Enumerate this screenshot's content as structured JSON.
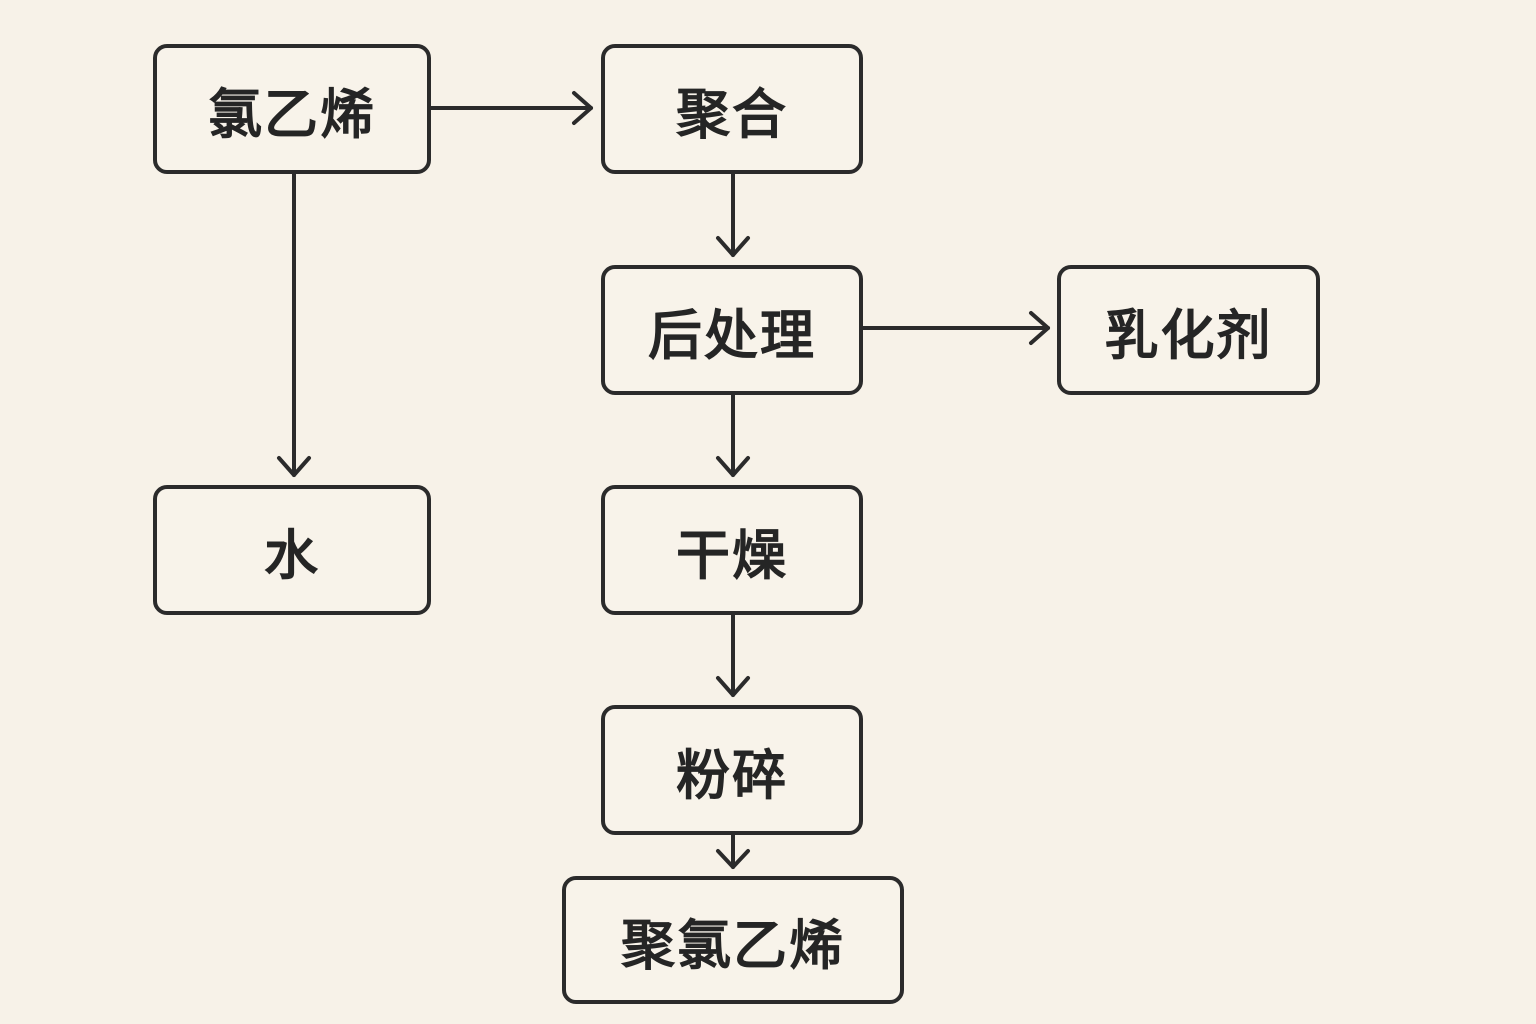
{
  "colors": {
    "background": "#f7f2e8",
    "node_fill": "#f8f3ea",
    "stroke": "#2b2b2b",
    "text": "#252525"
  },
  "nodes": {
    "vinyl_chloride": "氯乙烯",
    "polymerization": "聚合",
    "post_treatment": "后处理",
    "emulsifier": "乳化剂",
    "water": "水",
    "drying": "干燥",
    "milling": "粉碎",
    "pvc": "聚氯乙烯"
  },
  "edges": [
    {
      "from": "vinyl_chloride",
      "to": "polymerization"
    },
    {
      "from": "vinyl_chloride",
      "to": "water"
    },
    {
      "from": "polymerization",
      "to": "post_treatment"
    },
    {
      "from": "post_treatment",
      "to": "emulsifier"
    },
    {
      "from": "post_treatment",
      "to": "drying"
    },
    {
      "from": "drying",
      "to": "milling"
    },
    {
      "from": "milling",
      "to": "pvc"
    }
  ]
}
